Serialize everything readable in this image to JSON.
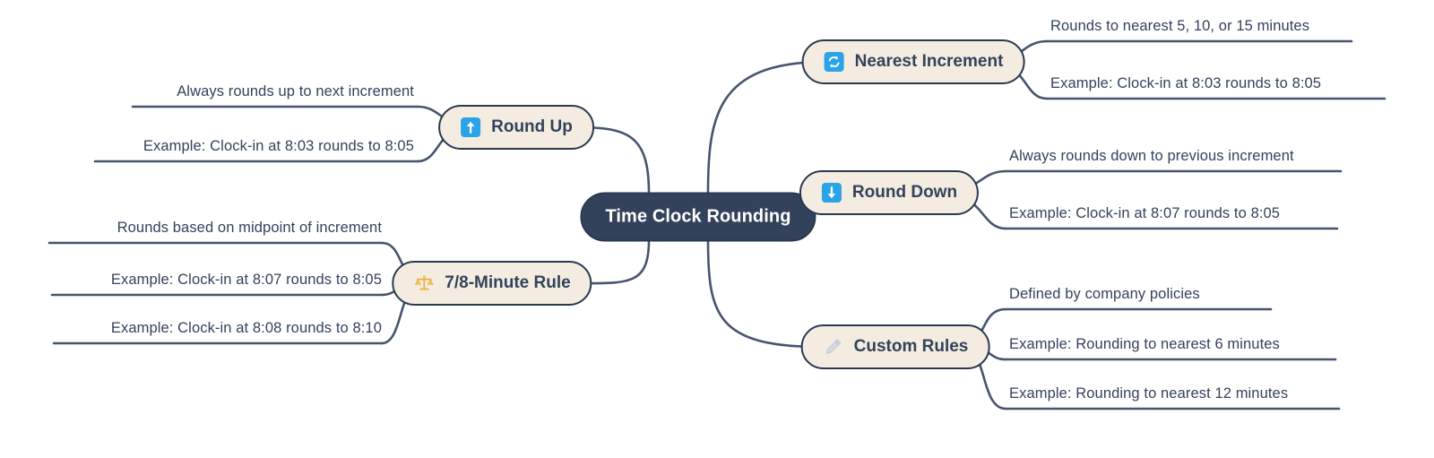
{
  "diagram": {
    "type": "mindmap",
    "root": {
      "label": "Time Clock Rounding"
    },
    "branches": [
      {
        "id": "nearest-increment",
        "label": "Nearest Increment",
        "side": "right",
        "icon": "refresh-icon",
        "icon_color": "#2aa3e8",
        "leaves": [
          "Rounds to nearest 5, 10, or 15 minutes",
          "Example: Clock-in at 8:03 rounds to 8:05"
        ]
      },
      {
        "id": "round-down",
        "label": "Round Down",
        "side": "right",
        "icon": "arrow-down-icon",
        "icon_color": "#2aa3e8",
        "leaves": [
          "Always rounds down to previous increment",
          "Example: Clock-in at 8:07 rounds to 8:05"
        ]
      },
      {
        "id": "custom-rules",
        "label": "Custom Rules",
        "side": "right",
        "icon": "pencil-icon",
        "icon_color": "#c8ccd6",
        "leaves": [
          "Defined by company policies",
          "Example: Rounding to nearest 6 minutes",
          "Example:  Rounding to nearest 12 minutes"
        ]
      },
      {
        "id": "round-up",
        "label": "Round Up",
        "side": "left",
        "icon": "arrow-up-icon",
        "icon_color": "#2aa3e8",
        "leaves": [
          "Always rounds up to next increment",
          "Example: Clock-in at 8:03 rounds to 8:05"
        ]
      },
      {
        "id": "seven-eight-minute-rule",
        "label": "7/8-Minute Rule",
        "side": "left",
        "icon": "balance-scale-icon",
        "icon_color": "#e8b339",
        "leaves": [
          "Rounds based on midpoint of increment",
          "Example: Clock-in at 8:07 rounds to 8:05",
          "Example: Clock-in at 8:08 rounds to 8:10"
        ]
      }
    ],
    "colors": {
      "background": "#ffffff",
      "root_fill": "#33425b",
      "root_text": "#ffffff",
      "branch_fill": "#f4ece1",
      "stroke": "#46546e",
      "text": "#33425b"
    }
  }
}
